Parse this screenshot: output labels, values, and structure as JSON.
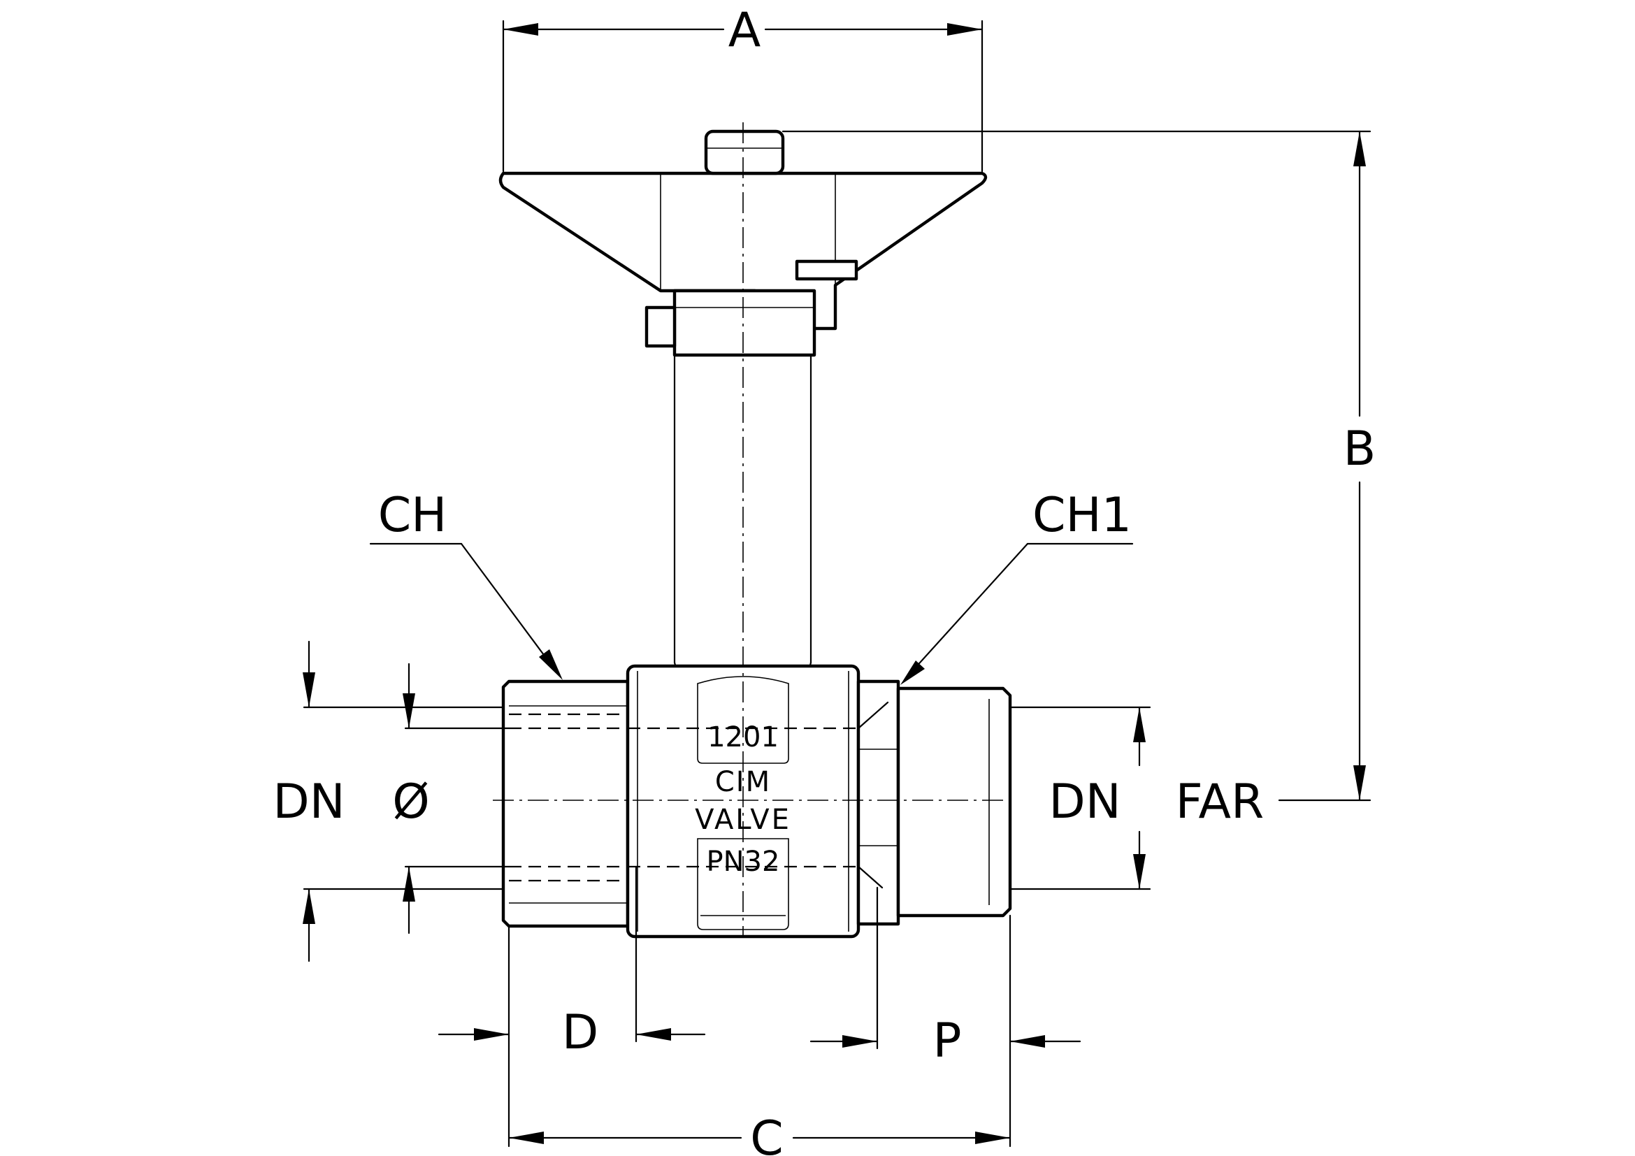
{
  "drawing": {
    "labels": {
      "A": "A",
      "B": "B",
      "C": "C",
      "D": "D",
      "P": "P",
      "CH": "CH",
      "CH1": "CH1",
      "DN_left": "DN",
      "diameter": "Ø",
      "DN_right": "DN",
      "FAR": "FAR"
    },
    "body_markings": {
      "code": "1201",
      "brand": "CIM",
      "type": "VALVE",
      "pressure": "PN32"
    }
  }
}
